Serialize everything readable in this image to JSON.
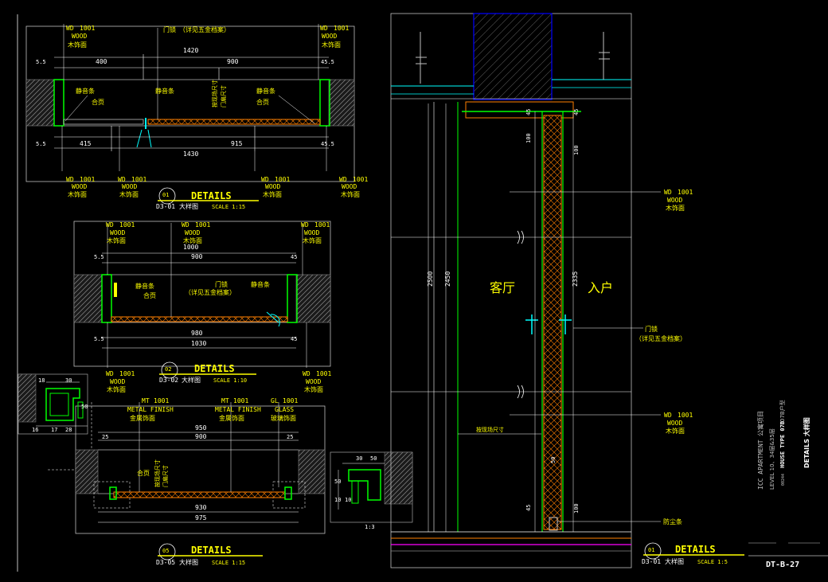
{
  "colors": {
    "background": "#000000",
    "dimension": "#ffffff",
    "frame": "#00ff00",
    "wood": "#ff8000",
    "text": "#ffff00",
    "hatch": "#808080",
    "wall_blue": "#0000ff",
    "slab": "#00ffff",
    "floor": "#ff00ff",
    "border": "#c0c0c0"
  },
  "tags": {
    "wd": "WD",
    "wd_no": "1001",
    "wood_en": "WOOD",
    "wood_cn": "木饰面",
    "mt": "MT",
    "mt_no": "1001",
    "metal_en": "METAL FINISH",
    "metal_cn": "金属饰面",
    "gl": "GL",
    "gl_no": "1001",
    "glass_en": "GLASS",
    "glass_cn": "玻璃饰面"
  },
  "notes": {
    "lock": "门锁",
    "lock_ref": "（详见五金档案）",
    "seal": "静音条",
    "hinge": "合页",
    "door_size": "门扇尺寸",
    "site_size": "按现场尺寸",
    "dust_strip": "防尘条",
    "living": "客厅",
    "entry": "入户"
  },
  "details": [
    {
      "num": "01",
      "code": "D3-01",
      "title": "DETAILS",
      "sub": "大样图",
      "scale": "SCALE 1:15"
    },
    {
      "num": "02",
      "code": "D3-02",
      "title": "DETAILS",
      "sub": "大样图",
      "scale": "SCALE 1:10"
    },
    {
      "num": "05",
      "code": "D3-05",
      "title": "DETAILS",
      "sub": "大样图",
      "scale": "SCALE 1:15"
    },
    {
      "num": "01",
      "code": "D3-01",
      "title": "DETAILS",
      "sub": "大样图",
      "scale": "SCALE 1:5"
    }
  ],
  "dims": {
    "d1_top": [
      "1420",
      "400",
      "900"
    ],
    "d1_bot": [
      "415",
      "915",
      "1430"
    ],
    "d1_small": [
      "5.5",
      "45.5",
      "5.5",
      "45.5"
    ],
    "d2_top": [
      "1000",
      "900"
    ],
    "d2_bot": [
      "980",
      "1030"
    ],
    "d2_small": [
      "5.5",
      "45",
      "5.5",
      "45"
    ],
    "d3_top": [
      "950",
      "900"
    ],
    "d3_bot": [
      "930",
      "975"
    ],
    "d3_small": [
      "25",
      "25"
    ],
    "mini_left": [
      "18",
      "30",
      "50",
      "16",
      "17",
      "28"
    ],
    "mini_right": [
      "50",
      "30",
      "50",
      "10",
      "10"
    ],
    "mini_scale": "1:3",
    "sec_vert": [
      "2500",
      "2450",
      "2335"
    ],
    "sec_small": [
      "45",
      "45",
      "100",
      "100",
      "50",
      "45",
      "100"
    ]
  },
  "title_block": {
    "project": "ICC APARTMENT",
    "project_cn": "公寓项目",
    "level": "LEVEL 10、34层&35层",
    "house_type": "HOUSE TYPE 07B",
    "house_type_cn": "07B户型",
    "drawing": "DETAILS 大样图",
    "small_code": "00244",
    "sheet": "DT-B-27"
  }
}
